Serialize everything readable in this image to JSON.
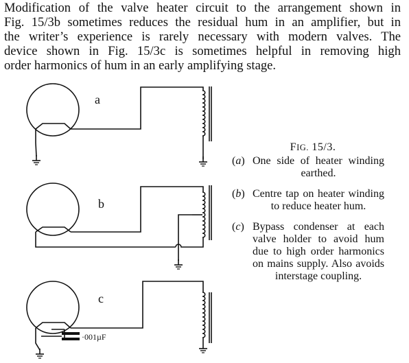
{
  "paragraph": {
    "lines": [
      "Modification of the valve heater circuit to the arrangement shown in",
      "Fig. 15/3b sometimes reduces the residual hum in an amplifier, but in",
      "the writer’s experience is rarely necessary with modern valves. The",
      "device shown in Fig. 15/3c is sometimes helpful in removing high",
      "order harmonics of hum in an early amplifying stage."
    ]
  },
  "figure": {
    "title_prefix": "F",
    "title_smallcaps": "IG.",
    "title_number": " 15/3.",
    "diagram_labels": {
      "a": "a",
      "b": "b",
      "c": "c"
    },
    "capacitor_label": "·001µF",
    "items": [
      {
        "label_open": "(",
        "label_letter": "a",
        "label_close": ")",
        "text": "One side of heater winding earthed."
      },
      {
        "label_open": "(",
        "label_letter": "b",
        "label_close": ")",
        "text": "Centre tap on heater winding to reduce heater hum."
      },
      {
        "label_open": "(",
        "label_letter": "c",
        "label_close": ")",
        "text": "Bypass condenser at each valve holder to avoid hum due to high order harmonics on mains supply. Also avoids interstage coupling."
      }
    ]
  }
}
